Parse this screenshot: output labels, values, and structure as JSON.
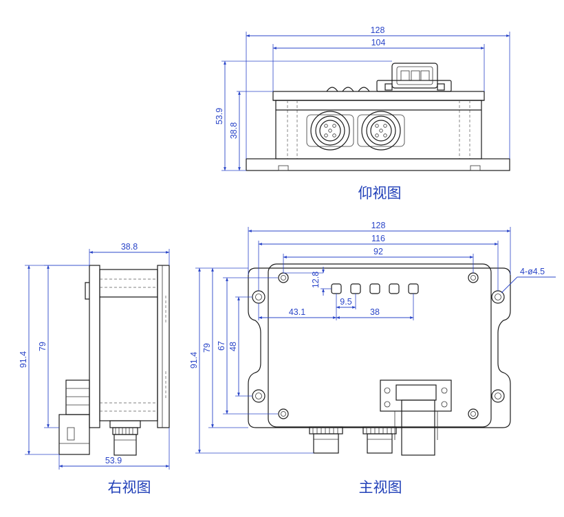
{
  "views": {
    "bottom": {
      "caption": "仰视图",
      "dims": {
        "overall_width": "128",
        "inner_width": "104",
        "overall_height": "53.9",
        "body_height": "38.8"
      }
    },
    "right": {
      "caption": "右视图",
      "dims": {
        "top_width": "38.8",
        "overall_height": "91.4",
        "inner_height": "79",
        "bottom_width": "53.9"
      }
    },
    "front": {
      "caption": "主视图",
      "dims": {
        "overall_width": "128",
        "width_116": "116",
        "width_92": "92",
        "led_offset_y": "12.8",
        "led_pitch": "9.5",
        "led_span": "38",
        "led_offset_x": "43.1",
        "overall_height": "91.4",
        "height_79": "79",
        "height_67": "67",
        "height_48": "48",
        "hole_callout": "4-ø4.5"
      }
    }
  },
  "colors": {
    "dimension": "#2a45c8",
    "outline": "#1a1a1a"
  }
}
